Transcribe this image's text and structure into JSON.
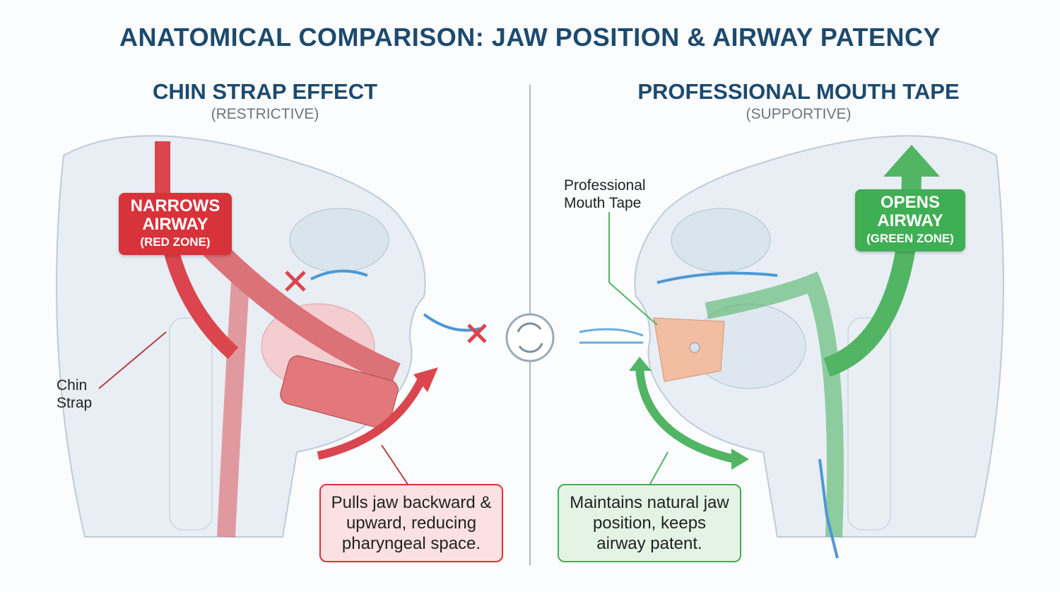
{
  "title": "ANATOMICAL COMPARISON: JAW POSITION & AIRWAY PATENCY",
  "left": {
    "title": "CHIN STRAP EFFECT",
    "subtitle": "(RESTRICTIVE)",
    "zone_line1": "NARROWS",
    "zone_line2": "AIRWAY",
    "zone_sub": "(RED ZONE)",
    "label_line1": "Chin",
    "label_line2": "Strap",
    "caption": "Pulls jaw backward & upward, reducing pharyngeal space.",
    "color": "#d8323a"
  },
  "right": {
    "title": "PROFESSIONAL MOUTH TAPE",
    "subtitle": "(SUPPORTIVE)",
    "zone_line1": "OPENS",
    "zone_line2": "AIRWAY",
    "zone_sub": "(GREEN ZONE)",
    "label_line1": "Professional",
    "label_line2": "Mouth Tape",
    "caption": "Maintains natural jaw position, keeps airway patent.",
    "color": "#3fae54"
  },
  "center_icon": "refresh-cycle-icon"
}
